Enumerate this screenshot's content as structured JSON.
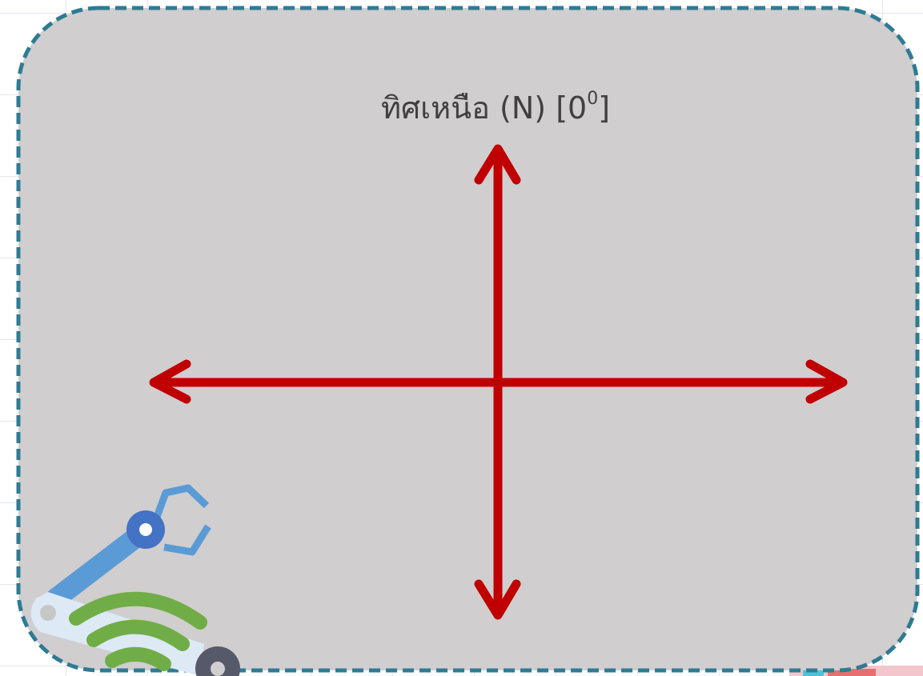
{
  "diagram": {
    "north_label": {
      "text": "ทิศเหนือ (N) [0",
      "superscript": "0",
      "close": "]"
    },
    "colors": {
      "panel_fill": "#d0cecf",
      "panel_border": "#2e7b93",
      "arrow": "#c00000",
      "label": "#404040"
    },
    "arrows": [
      "up",
      "down",
      "left",
      "right"
    ],
    "icons": [
      "robot-arm-icon",
      "wifi-signal-icon"
    ]
  }
}
